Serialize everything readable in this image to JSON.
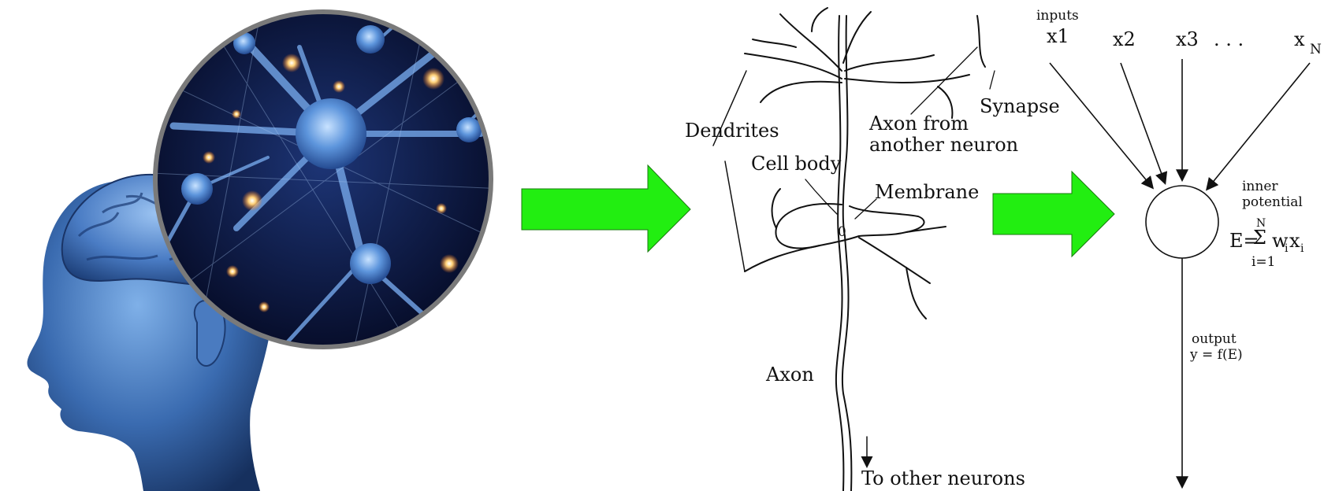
{
  "neuron": {
    "dendrites": "Dendrites",
    "axon_from_1": "Axon from",
    "axon_from_2": "another neuron",
    "synapse": "Synapse",
    "cell_body": "Cell body",
    "membrane": "Membrane",
    "nucleus_mark": "0",
    "axon": "Axon",
    "to_other": "To other neurons"
  },
  "model": {
    "inputs": "inputs",
    "x1": "x1",
    "x2": "x2",
    "x3": "x3",
    "dots": ". . .",
    "xN_base": "x",
    "xN_sub": "N",
    "inner_1": "inner",
    "inner_2": "potential",
    "sum_N": "N",
    "sum_sigma": "Σ",
    "eq_lhs": "E=",
    "eq_term": "w",
    "eq_sub_i1": "i",
    "eq_x": "x",
    "eq_sub_i2": "i",
    "sum_from": "i=1",
    "output_1": "output",
    "output_2": "y = f(E)"
  },
  "colors": {
    "arrow_green": "#22ee11",
    "line": "#111111",
    "brain_blue": "#2f5a9a",
    "neuron_bg": "#0a1436"
  }
}
